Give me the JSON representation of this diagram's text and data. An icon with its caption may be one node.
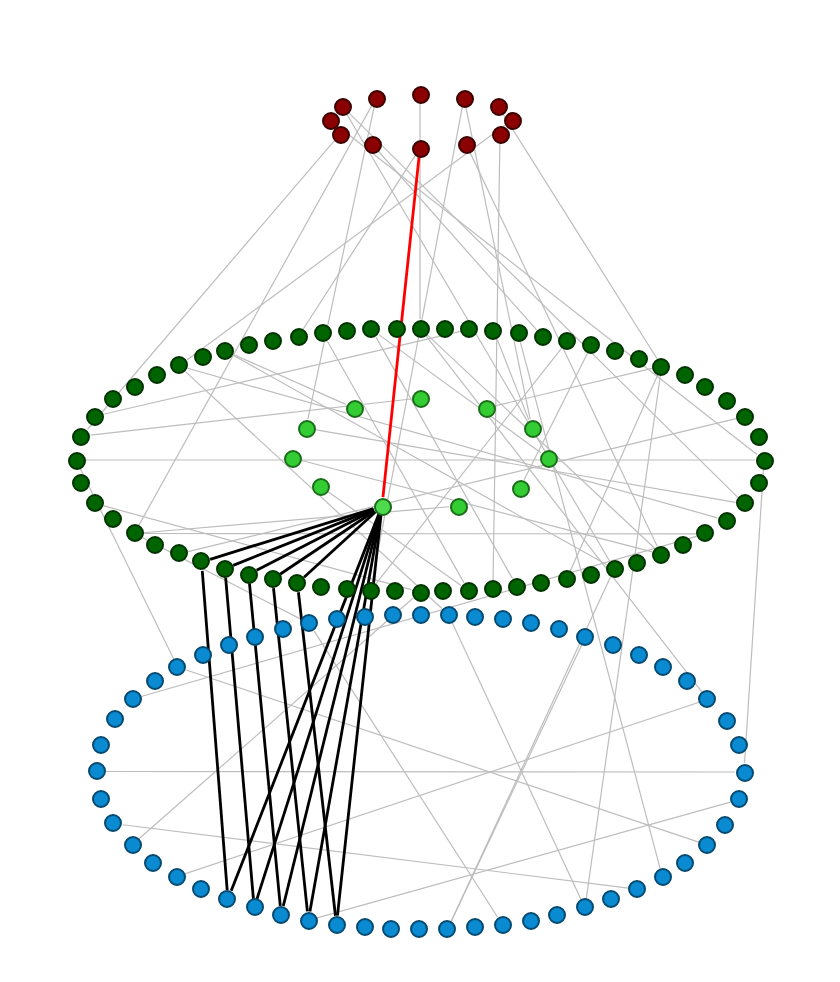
{
  "diagram": {
    "nodes": [
      {
        "text": [],
        "shape": "circle"
      },
      {
        "text": [],
        "shape": "circle"
      },
      {
        "text": [],
        "shape": "circle"
      },
      {
        "text": [],
        "shape": "circle"
      },
      {
        "text": [],
        "shape": "circle"
      },
      {
        "text": [],
        "shape": "circle"
      },
      {
        "text": [],
        "shape": "circle"
      },
      {
        "text": [],
        "shape": "circle"
      },
      {
        "text": [],
        "shape": "circle"
      },
      {
        "text": [],
        "shape": "circle"
      },
      {
        "text": [],
        "shape": "circle"
      },
      {
        "text": [],
        "shape": "circle"
      },
      {
        "text": [],
        "shape": "circle"
      },
      {
        "text": [],
        "shape": "circle"
      },
      {
        "text": [],
        "shape": "circle"
      },
      {
        "text": [],
        "shape": "circle"
      },
      {
        "text": [],
        "shape": "circle"
      },
      {
        "text": [],
        "shape": "circle"
      },
      {
        "text": [],
        "shape": "circle"
      },
      {
        "text": [],
        "shape": "circle"
      },
      {
        "text": [],
        "shape": "circle"
      },
      {
        "text": [],
        "shape": "circle"
      },
      {
        "text": [],
        "shape": "circle"
      },
      {
        "text": [],
        "shape": "circle"
      },
      {
        "text": [],
        "shape": "circle"
      },
      {
        "text": [],
        "shape": "circle"
      },
      {
        "text": [],
        "shape": "circle"
      },
      {
        "text": [],
        "shape": "circle"
      },
      {
        "text": [],
        "shape": "circle"
      },
      {
        "text": [],
        "shape": "circle"
      },
      {
        "text": [],
        "shape": "circle"
      },
      {
        "text": [],
        "shape": "circle"
      },
      {
        "text": [],
        "shape": "circle"
      },
      {
        "text": [],
        "shape": "circle"
      },
      {
        "text": [],
        "shape": "circle"
      },
      {
        "text": [],
        "shape": "circle"
      },
      {
        "text": [],
        "shape": "circle"
      },
      {
        "text": [],
        "shape": "circle"
      },
      {
        "text": [],
        "shape": "circle"
      },
      {
        "text": [],
        "shape": "circle"
      },
      {
        "text": [],
        "shape": "circle"
      },
      {
        "text": [],
        "shape": "circle"
      },
      {
        "text": [],
        "shape": "circle"
      },
      {
        "text": [],
        "shape": "circle"
      },
      {
        "text": [],
        "shape": "circle"
      },
      {
        "text": [],
        "shape": "circle"
      },
      {
        "text": [],
        "shape": "circle"
      },
      {
        "text": [],
        "shape": "circle"
      },
      {
        "text": [],
        "shape": "circle"
      },
      {
        "text": [],
        "shape": "circle"
      },
      {
        "text": [],
        "shape": "circle"
      },
      {
        "text": [],
        "shape": "circle"
      },
      {
        "text": [],
        "shape": "circle"
      },
      {
        "text": [],
        "shape": "circle"
      },
      {
        "text": [],
        "shape": "circle"
      },
      {
        "text": [],
        "shape": "circle"
      },
      {
        "text": [],
        "shape": "circle"
      },
      {
        "text": [],
        "shape": "circle"
      },
      {
        "text": [],
        "shape": "circle"
      },
      {
        "text": [],
        "shape": "circle"
      },
      {
        "text": [],
        "shape": "circle"
      },
      {
        "text": [],
        "shape": "circle"
      },
      {
        "text": [],
        "shape": "circle"
      },
      {
        "text": [],
        "shape": "circle"
      },
      {
        "text": [],
        "shape": "circle"
      },
      {
        "text": [],
        "shape": "circle"
      },
      {
        "text": [],
        "shape": "circle"
      },
      {
        "text": [],
        "shape": "circle"
      },
      {
        "text": [],
        "shape": "circle"
      },
      {
        "text": [],
        "shape": "circle"
      },
      {
        "text": [],
        "shape": "circle"
      },
      {
        "text": [],
        "shape": "circle"
      },
      {
        "text": [],
        "shape": "circle"
      },
      {
        "text": [],
        "shape": "circle"
      },
      {
        "text": [],
        "shape": "circle"
      },
      {
        "text": [],
        "shape": "circle"
      },
      {
        "text": [],
        "shape": "circle"
      },
      {
        "text": [],
        "shape": "circle"
      },
      {
        "text": [],
        "shape": "circle"
      },
      {
        "text": [],
        "shape": "circle"
      },
      {
        "text": [],
        "shape": "circle"
      },
      {
        "text": [],
        "shape": "circle"
      },
      {
        "text": [],
        "shape": "circle"
      },
      {
        "text": [],
        "shape": "circle"
      },
      {
        "text": [],
        "shape": "circle"
      },
      {
        "text": [],
        "shape": "circle"
      },
      {
        "text": [],
        "shape": "circle"
      },
      {
        "text": [],
        "shape": "circle"
      },
      {
        "text": [],
        "shape": "circle"
      },
      {
        "text": [],
        "shape": "circle"
      },
      {
        "text": [],
        "shape": "circle"
      },
      {
        "text": [],
        "shape": "circle"
      },
      {
        "text": [],
        "shape": "circle"
      },
      {
        "text": [],
        "shape": "circle"
      },
      {
        "text": [],
        "shape": "circle"
      },
      {
        "text": [],
        "shape": "circle"
      },
      {
        "text": [],
        "shape": "circle"
      },
      {
        "text": [],
        "shape": "circle"
      },
      {
        "text": [],
        "shape": "circle"
      },
      {
        "text": [],
        "shape": "circle"
      },
      {
        "text": [],
        "shape": "circle"
      },
      {
        "text": [],
        "shape": "circle"
      },
      {
        "text": [],
        "shape": "circle"
      },
      {
        "text": [],
        "shape": "circle"
      },
      {
        "text": [],
        "shape": "circle"
      },
      {
        "text": [],
        "shape": "circle"
      },
      {
        "text": [],
        "shape": "circle"
      },
      {
        "text": [],
        "shape": "circle"
      },
      {
        "text": [],
        "shape": "circle"
      },
      {
        "text": [],
        "shape": "circle"
      },
      {
        "text": [],
        "shape": "circle"
      },
      {
        "text": [],
        "shape": "circle"
      },
      {
        "text": [],
        "shape": "circle"
      },
      {
        "text": [],
        "shape": "circle"
      },
      {
        "text": [],
        "shape": "circle"
      },
      {
        "text": [],
        "shape": "circle"
      },
      {
        "text": [],
        "shape": "circle"
      },
      {
        "text": [],
        "shape": "circle"
      },
      {
        "text": [],
        "shape": "circle"
      },
      {
        "text": [],
        "shape": "circle"
      },
      {
        "text": [],
        "shape": "circle"
      },
      {
        "text": [],
        "shape": "circle"
      },
      {
        "text": [],
        "shape": "circle"
      },
      {
        "text": [],
        "shape": "circle"
      },
      {
        "text": [],
        "shape": "circle"
      },
      {
        "text": [],
        "shape": "circle"
      },
      {
        "text": [],
        "shape": "circle"
      },
      {
        "text": [],
        "shape": "circle"
      },
      {
        "text": [],
        "shape": "circle"
      },
      {
        "text": [],
        "shape": "circle"
      },
      {
        "text": [],
        "shape": "circle"
      },
      {
        "text": [],
        "shape": "circle"
      },
      {
        "text": [],
        "shape": "circle"
      },
      {
        "text": [],
        "shape": "circle"
      },
      {
        "text": [],
        "shape": "circle"
      },
      {
        "text": [],
        "shape": "circle"
      },
      {
        "text": [],
        "shape": "circle"
      },
      {
        "text": [],
        "shape": "circle"
      },
      {
        "text": [],
        "shape": "circle"
      },
      {
        "text": [],
        "shape": "circle"
      },
      {
        "text": [],
        "shape": "circle"
      },
      {
        "text": [],
        "shape": "circle"
      },
      {
        "text": [],
        "shape": "circle"
      }
    ],
    "edges": [
      {
        "from": 0,
        "to": 14,
        "arrow": "none"
      },
      {
        "from": 0,
        "to": 20,
        "arrow": "none"
      },
      {
        "from": 1,
        "to": 40,
        "arrow": "none"
      },
      {
        "from": 2,
        "to": 60,
        "arrow": "none"
      },
      {
        "from": 3,
        "to": 30,
        "arrow": "none"
      },
      {
        "from": 4,
        "to": 70,
        "arrow": "none"
      },
      {
        "from": 5,
        "to": 12,
        "arrow": "none"
      },
      {
        "from": 6,
        "to": 50,
        "arrow": "none"
      },
      {
        "from": 7,
        "to": 45,
        "arrow": "none"
      },
      {
        "from": 8,
        "to": 25,
        "arrow": "none"
      },
      {
        "from": 9,
        "to": 65,
        "arrow": "none"
      },
      {
        "from": 10,
        "to": 55,
        "arrow": "none"
      },
      {
        "from": 11,
        "to": 18,
        "arrow": "none"
      },
      {
        "from": 1,
        "to": 79,
        "arrow": "none"
      },
      {
        "from": 3,
        "to": 80,
        "arrow": "none"
      },
      {
        "from": 12,
        "to": 44,
        "arrow": "none"
      },
      {
        "from": 15,
        "to": 50,
        "arrow": "none"
      },
      {
        "from": 18,
        "to": 60,
        "arrow": "none"
      },
      {
        "from": 22,
        "to": 70,
        "arrow": "none"
      },
      {
        "from": 26,
        "to": 56,
        "arrow": "none"
      },
      {
        "from": 30,
        "to": 66,
        "arrow": "none"
      },
      {
        "from": 38,
        "to": 74,
        "arrow": "none"
      },
      {
        "from": 40,
        "to": 16,
        "arrow": "none"
      },
      {
        "from": 42,
        "to": 28,
        "arrow": "none"
      },
      {
        "from": 46,
        "to": 62,
        "arrow": "none"
      },
      {
        "from": 52,
        "to": 20,
        "arrow": "none"
      },
      {
        "from": 58,
        "to": 24,
        "arrow": "none"
      },
      {
        "from": 76,
        "to": 45,
        "arrow": "none"
      },
      {
        "from": 77,
        "to": 52,
        "arrow": "none"
      },
      {
        "from": 78,
        "to": 70,
        "arrow": "none"
      },
      {
        "from": 79,
        "to": 14,
        "arrow": "none"
      },
      {
        "from": 80,
        "to": 63,
        "arrow": "none"
      },
      {
        "from": 81,
        "to": 18,
        "arrow": "none"
      },
      {
        "from": 82,
        "to": 58,
        "arrow": "none"
      },
      {
        "from": 83,
        "to": 26,
        "arrow": "none"
      },
      {
        "from": 84,
        "to": 67,
        "arrow": "none"
      },
      {
        "from": 85,
        "to": 40,
        "arrow": "none"
      },
      {
        "from": 12,
        "to": 87,
        "arrow": "none"
      },
      {
        "from": 20,
        "to": 100,
        "arrow": "none"
      },
      {
        "from": 28,
        "to": 112,
        "arrow": "none"
      },
      {
        "from": 44,
        "to": 120,
        "arrow": "none"
      },
      {
        "from": 50,
        "to": 130,
        "arrow": "none"
      },
      {
        "from": 60,
        "to": 140,
        "arrow": "none"
      },
      {
        "from": 70,
        "to": 95,
        "arrow": "none"
      },
      {
        "from": 16,
        "to": 118,
        "arrow": "none"
      },
      {
        "from": 64,
        "to": 92,
        "arrow": "none"
      },
      {
        "from": 40,
        "to": 125,
        "arrow": "none"
      },
      {
        "from": 87,
        "to": 115,
        "arrow": "none"
      },
      {
        "from": 90,
        "to": 120,
        "arrow": "none"
      },
      {
        "from": 95,
        "to": 130,
        "arrow": "none"
      },
      {
        "from": 100,
        "to": 135,
        "arrow": "none"
      },
      {
        "from": 110,
        "to": 140,
        "arrow": "none"
      },
      {
        "from": 98,
        "to": 125,
        "arrow": "none"
      },
      {
        "from": 105,
        "to": 88,
        "arrow": "none"
      },
      {
        "from": 113,
        "to": 93,
        "arrow": "none"
      },
      {
        "from": 10,
        "to": 86,
        "arrow": "none",
        "color": "#ff0000"
      },
      {
        "from": 86,
        "to": 33,
        "arrow": "none",
        "color": "#000000"
      },
      {
        "from": 86,
        "to": 34,
        "arrow": "none",
        "color": "#000000"
      },
      {
        "from": 86,
        "to": 35,
        "arrow": "none",
        "color": "#000000"
      },
      {
        "from": 86,
        "to": 36,
        "arrow": "none",
        "color": "#000000"
      },
      {
        "from": 86,
        "to": 37,
        "arrow": "none",
        "color": "#000000"
      },
      {
        "from": 33,
        "to": 104,
        "arrow": "none",
        "color": "#000000"
      },
      {
        "from": 34,
        "to": 105,
        "arrow": "none",
        "color": "#000000"
      },
      {
        "from": 35,
        "to": 106,
        "arrow": "none",
        "color": "#000000"
      },
      {
        "from": 36,
        "to": 107,
        "arrow": "none",
        "color": "#000000"
      },
      {
        "from": 37,
        "to": 108,
        "arrow": "none",
        "color": "#000000"
      },
      {
        "from": 86,
        "to": 104,
        "arrow": "none",
        "color": "#000000"
      },
      {
        "from": 86,
        "to": 105,
        "arrow": "none",
        "color": "#000000"
      },
      {
        "from": 86,
        "to": 106,
        "arrow": "none",
        "color": "#000000"
      },
      {
        "from": 86,
        "to": 107,
        "arrow": "none",
        "color": "#000000"
      },
      {
        "from": 86,
        "to": 108,
        "arrow": "none",
        "color": "#000000"
      }
    ]
  }
}
